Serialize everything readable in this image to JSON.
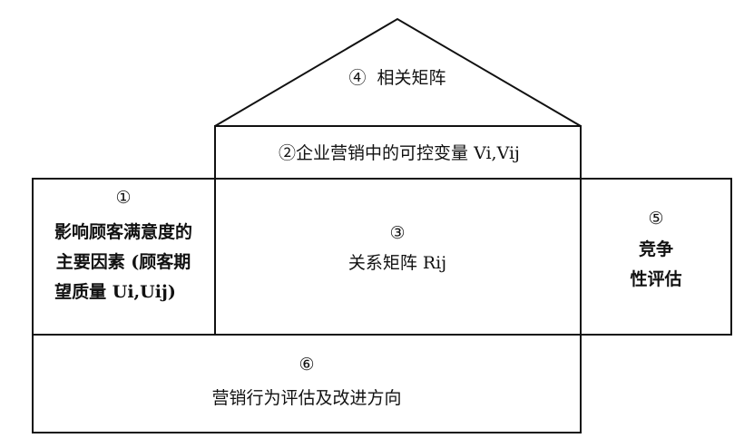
{
  "roof": {
    "number": "④",
    "label": "相关矩阵"
  },
  "controllable": {
    "label": "②企业营销中的可控变量 Vi,Vij"
  },
  "customer": {
    "number": "①",
    "line1": "影响顾客满意度的",
    "line2": "主要因素 (顾客期",
    "line3": "望质量 Ui,Uij)"
  },
  "relation": {
    "number": "③",
    "label": "关系矩阵 Rij"
  },
  "competitive": {
    "number": "⑤",
    "line1": "竞争",
    "line2": "性评估"
  },
  "evaluation": {
    "number": "⑥",
    "label": "营销行为评估及改进方向"
  },
  "colors": {
    "stroke": "#111111",
    "background": "#ffffff"
  }
}
